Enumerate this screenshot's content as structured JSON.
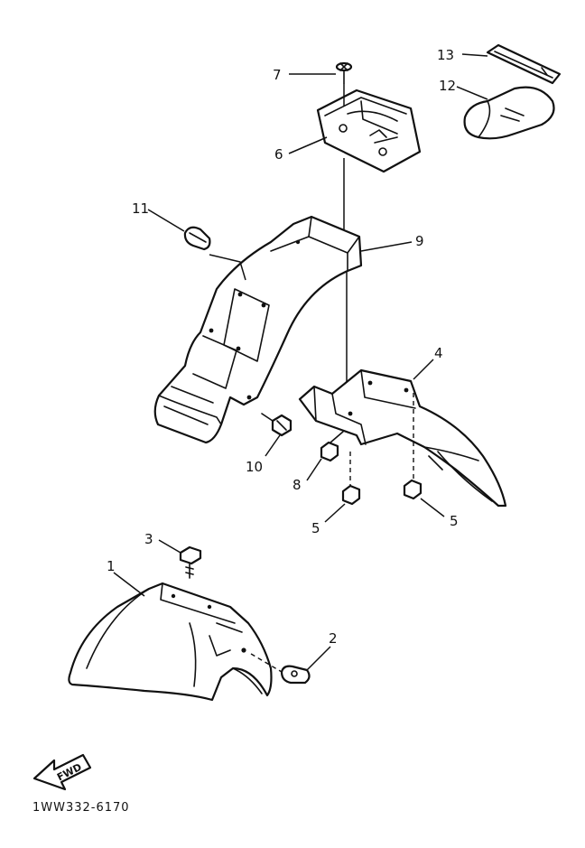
{
  "callouts": [
    {
      "id": "1",
      "label": "1"
    },
    {
      "id": "2",
      "label": "2"
    },
    {
      "id": "3",
      "label": "3"
    },
    {
      "id": "4",
      "label": "4"
    },
    {
      "id": "5a",
      "label": "5"
    },
    {
      "id": "5b",
      "label": "5"
    },
    {
      "id": "6",
      "label": "6"
    },
    {
      "id": "7",
      "label": "7"
    },
    {
      "id": "8",
      "label": "8"
    },
    {
      "id": "9",
      "label": "9"
    },
    {
      "id": "10",
      "label": "10"
    },
    {
      "id": "11",
      "label": "11"
    },
    {
      "id": "12",
      "label": "12"
    },
    {
      "id": "13",
      "label": "13"
    }
  ],
  "direction_arrow": {
    "label": "FWD",
    "icon": "forward-arrow-icon"
  },
  "diagram_code": "1WW332-6170"
}
